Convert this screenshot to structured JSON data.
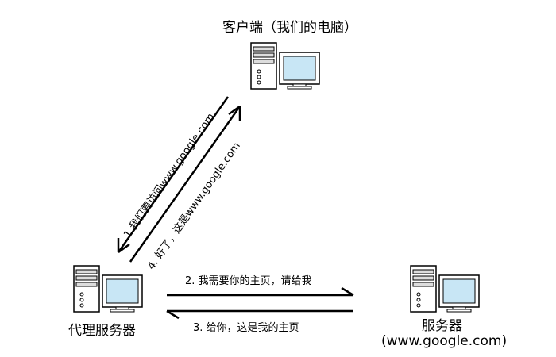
{
  "nodes": {
    "client": {
      "label": "客户端（我们的电脑）"
    },
    "proxy": {
      "label": "代理服务器"
    },
    "server": {
      "label": "服务器",
      "sublabel": "(www.google.com)"
    }
  },
  "messages": {
    "m1": "1.我们要访问www.google.com",
    "m2": "2. 我需要你的主页，请给我",
    "m3": "3. 给你，这是我的主页",
    "m4": "4. 好了，这是www.google.com"
  },
  "colors": {
    "monitor_screen": "#c8e6f5",
    "monitor_frame": "#ffffff",
    "tower": "#ffffff",
    "stroke": "#000000"
  }
}
